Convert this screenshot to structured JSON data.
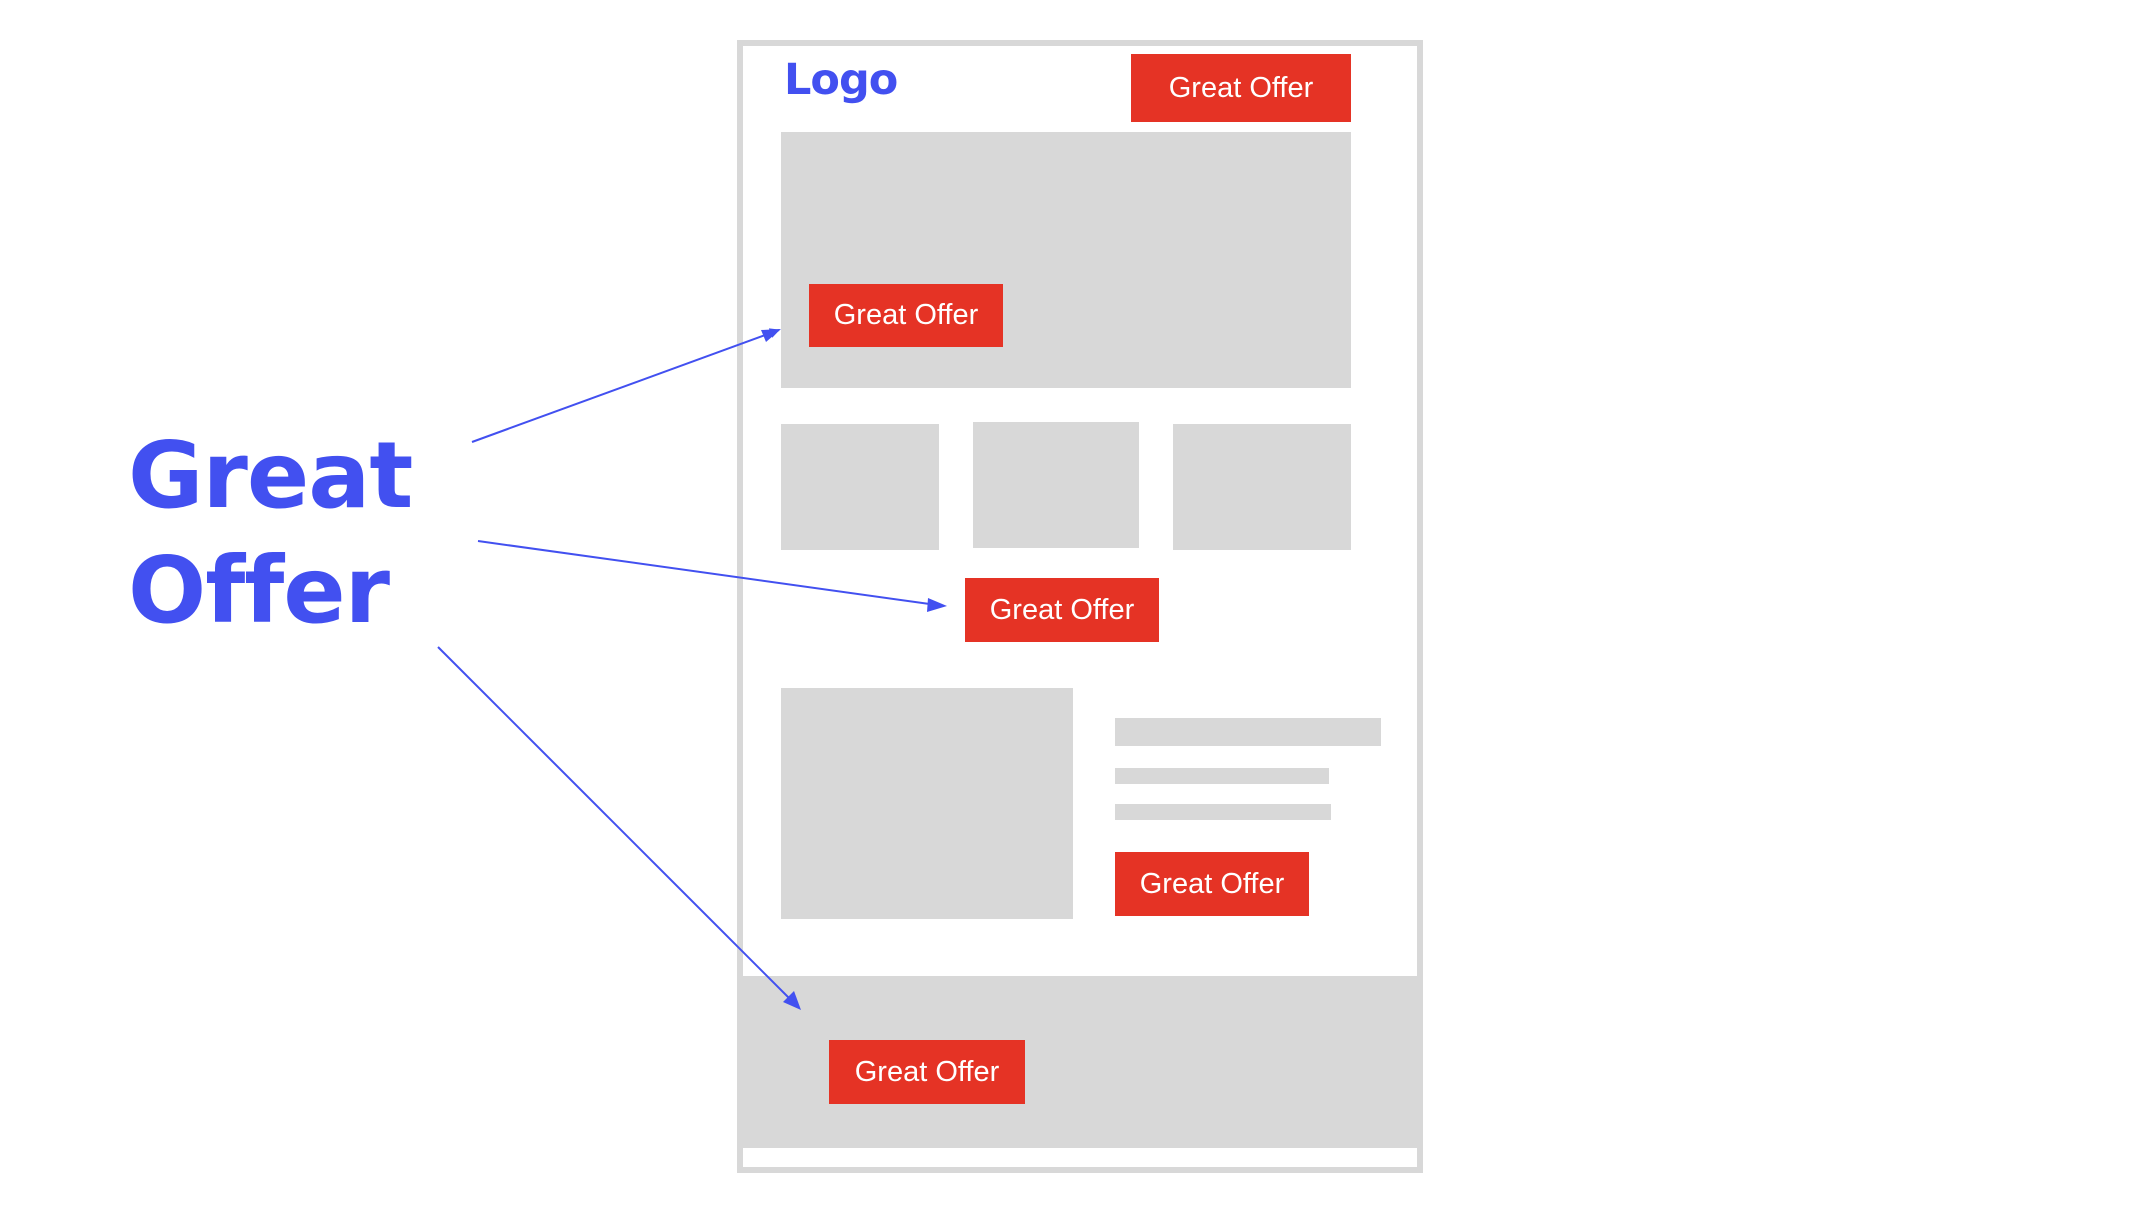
{
  "headline": {
    "line1": "Great",
    "line2": "Offer",
    "color": "#4250F0"
  },
  "page_mockup": {
    "logo": "Logo",
    "header_button": "Great Offer",
    "hero_button": "Great Offer",
    "middle_button": "Great Offer",
    "feature_button": "Great Offer",
    "footer_button": "Great Offer"
  },
  "colors": {
    "accent_blue": "#4250F0",
    "cta_red": "#E53325",
    "placeholder_gray": "#D8D8D8",
    "background": "#FFFFFF"
  },
  "arrows": [
    {
      "from": "headline",
      "to": "hero_button"
    },
    {
      "from": "headline",
      "to": "middle_button"
    },
    {
      "from": "headline",
      "to": "footer_button"
    }
  ]
}
